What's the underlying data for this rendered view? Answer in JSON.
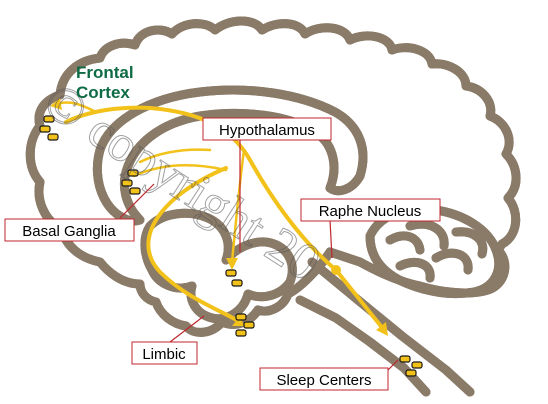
{
  "title_line1": "Frontal",
  "title_line2": "Cortex",
  "labels": {
    "hypothalamus": "Hypothalamus",
    "basal_ganglia": "Basal Ganglia",
    "raphe_nucleus": "Raphe Nucleus",
    "limbic": "Limbic",
    "sleep_centers": "Sleep Centers"
  },
  "watermark": "© copyright 20",
  "colors": {
    "pathway": "#f2c21b",
    "brain_outline": "#8a7a68",
    "label_border": "#c0262d",
    "title": "#0e6b45"
  }
}
